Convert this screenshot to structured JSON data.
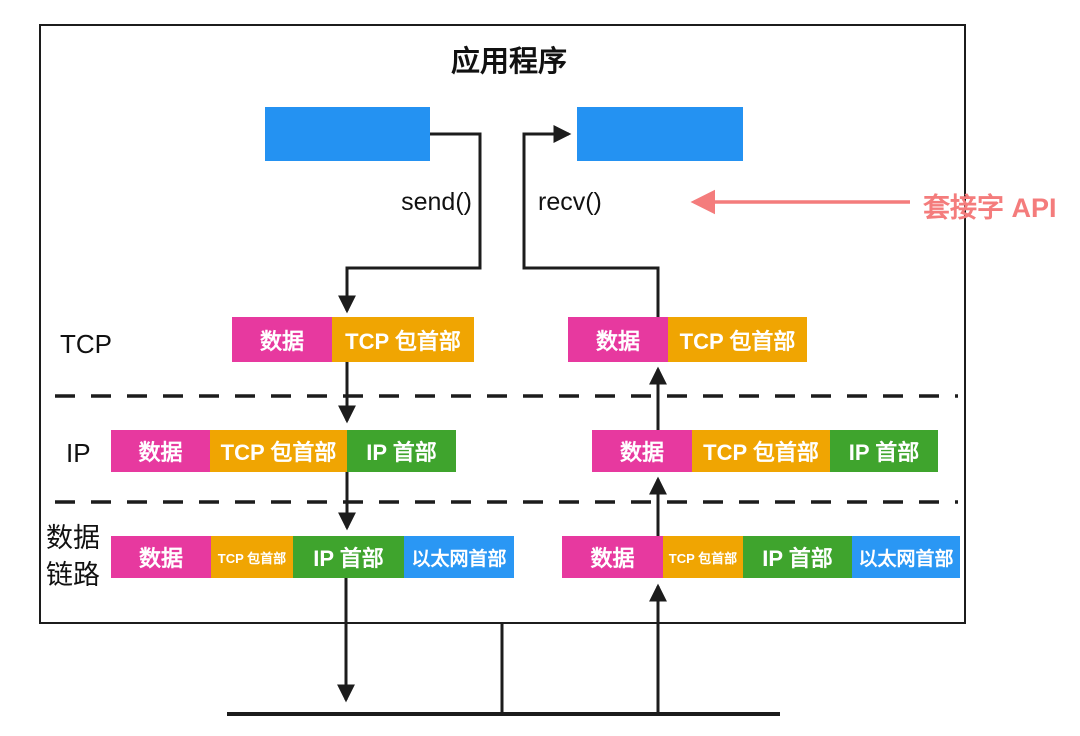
{
  "diagram": {
    "title": "应用程序",
    "api_calls": {
      "send": "send()",
      "recv": "recv()"
    },
    "socket_api_label": "套接字 API",
    "layers": {
      "tcp": "TCP",
      "ip": "IP",
      "datalink_line1": "数据",
      "datalink_line2": "链路"
    },
    "segments": {
      "data": "数据",
      "tcp_header": "TCP 包首部",
      "ip_header": "IP 首部",
      "ethernet_header": "以太网首部"
    },
    "colors": {
      "app_buffer": "#2492F2",
      "data": "#E7399F",
      "tcp_header": "#F0A502",
      "ip_header": "#3FA42D",
      "ethernet_header": "#2A97F4",
      "socket_api": "#F47C7C",
      "line": "#1C1C1C"
    }
  }
}
